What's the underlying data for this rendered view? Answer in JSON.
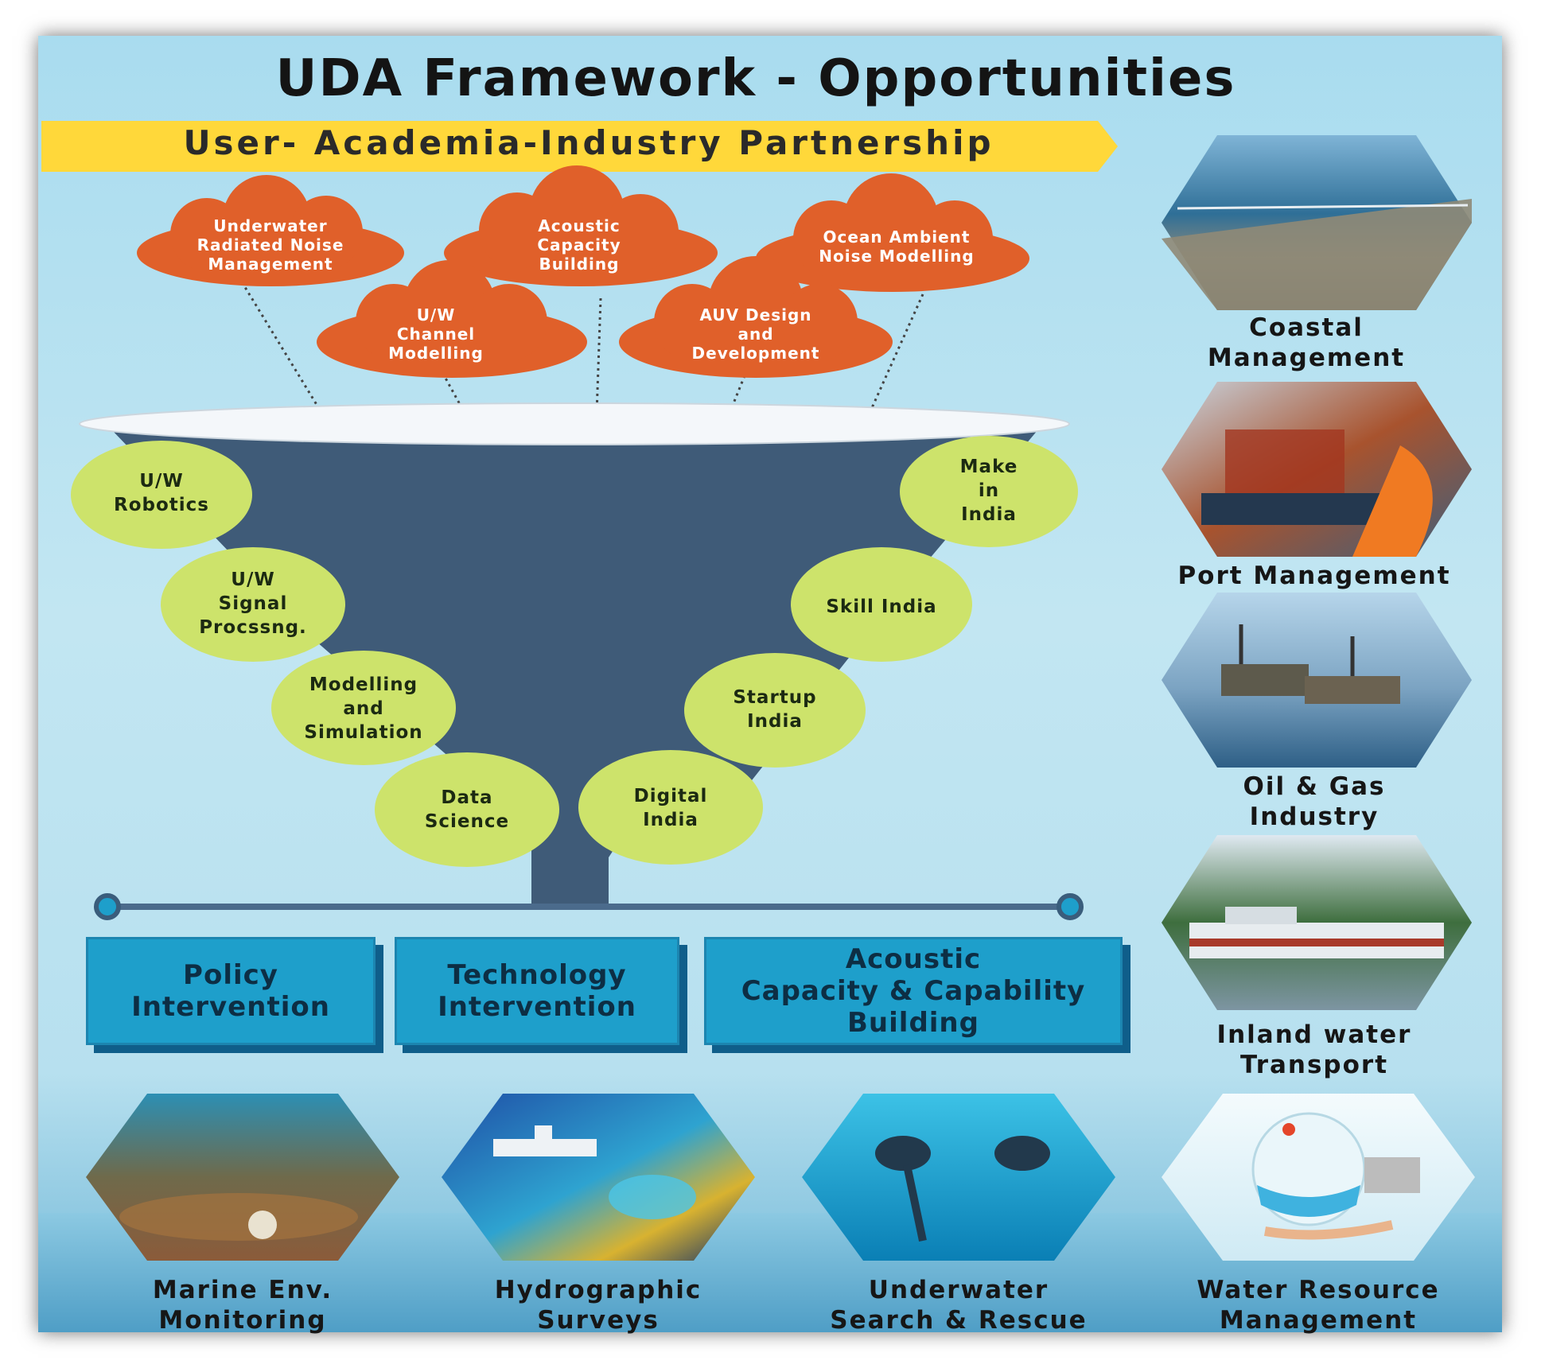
{
  "title": "UDA Framework - Opportunities",
  "banner": "User- Academia-Industry Partnership",
  "clouds": [
    "Underwater\nRadiated Noise\nManagement",
    "Acoustic\nCapacity\nBuilding",
    "Ocean Ambient\nNoise Modelling",
    "U/W\nChannel\nModelling",
    "AUV Design\nand\nDevelopment"
  ],
  "funnel_left": [
    "U/W\nRobotics",
    "U/W\nSignal\nProcssng.",
    "Modelling\nand\nSimulation",
    "Data\nScience"
  ],
  "funnel_right": [
    "Make\nin\nIndia",
    "Skill India",
    "Startup\nIndia",
    "Digital\nIndia"
  ],
  "interventions": [
    "Policy\nIntervention",
    "Technology\nIntervention",
    "Acoustic\nCapacity & Capability\nBuilding"
  ],
  "side_sectors": [
    "Coastal\nManagement",
    "Port Management",
    "Oil & Gas\nIndustry",
    "Inland water\nTransport"
  ],
  "bottom_sectors": [
    "Marine Env.\nMonitoring",
    "Hydrographic\nSurveys",
    "Underwater\nSearch & Rescue",
    "Water Resource\nManagement"
  ],
  "colors": {
    "cloud": "#e0602a",
    "bubble": "#cde36b",
    "funnel": "#3f5b78",
    "banner": "#ffd83a",
    "box": "#1e9fcb"
  }
}
